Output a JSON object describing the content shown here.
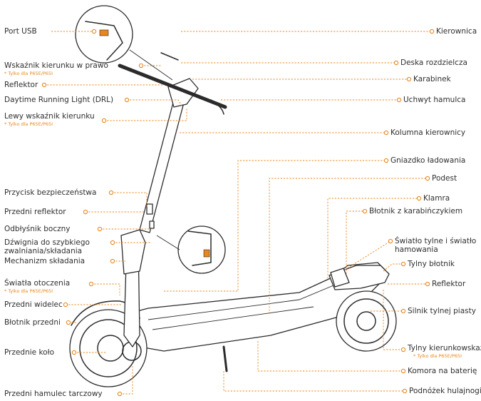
{
  "labels": {
    "port_usb": "Port USB",
    "kierownica": "Kierownica",
    "wskaznik_prawo": "Wskaźnik kierunku w prawo",
    "deska": "Deska rozdzielcza",
    "reflektor_top": "Reflektor",
    "karabinek": "Karabinek",
    "drl": "Daytime Running Light (DRL)",
    "uchwyt": "Uchwyt hamulca",
    "wskaznik_lewy": "Lewy wskaźnik kierunku",
    "kolumna": "Kolumna kierownicy",
    "gniazdko": "Gniazdko ładowania",
    "podest": "Podest",
    "przycisk": "Przycisk bezpieczeństwa",
    "klamra": "Klamra",
    "przedni_reflektor": "Przedni reflektor",
    "blotnik_karab": "Błotnik z karabińczykiem",
    "odblysnik": "Odbłyśnik boczny",
    "dzwignia": "Dźwignia do szybkiego\nzwalniania/składania",
    "swiatlo_tylne": "Światło tylne i światło\nhamowania",
    "mechanizm": "Mechanizm składania",
    "tylny_blotnik": "Tylny błotnik",
    "swiatla_otocz": "Światła otoczenia",
    "reflektor_rear": "Reflektor",
    "przedni_widelec": "Przedni widelec",
    "silnik": "Silnik tylnej piasty",
    "blotnik_przedni": "Błotnik przedni",
    "przednie_kolo": "Przednie koło",
    "tylny_kierunk": "Tylny kierunkowskaz",
    "komora": "Komora na baterię",
    "przedni_hamulec": "Przedni hamulec tarczowy",
    "podnozek": "Podnóżek hulajnogi"
  },
  "note": "* Tylko dla P65E/P65I",
  "colors": {
    "accent": "#e8871e",
    "ink": "#2b2b2b"
  }
}
